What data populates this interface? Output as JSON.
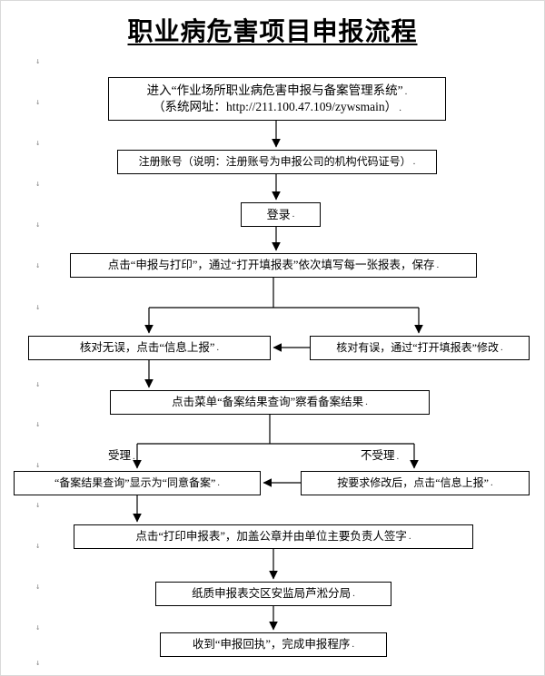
{
  "page": {
    "title": "职业病危害项目申报流程"
  },
  "decor": {
    "pmark": "↓",
    "box_mark": "."
  },
  "flow": {
    "step1": {
      "line1": "进入“作业场所职业病危害申报与备案管理系统”",
      "line2": "（系统网址：http://211.100.47.109/zywsmain）"
    },
    "step2": "注册账号（说明：注册账号为申报公司的机构代码证号）",
    "step3": "登录",
    "step4": "点击“申报与打印”，通过“打开填报表”依次填写每一张报表，保存",
    "check_ok": "核对无误，点击“信息上报”",
    "check_err": "核对有误，通过“打开填报表”修改",
    "step5": "点击菜单“备案结果查询”察看备案结果",
    "label_accept": "受理",
    "label_reject": "不受理",
    "accept_box": "“备案结果查询”显示为“同意备案”",
    "reject_box": "按要求修改后，点击“信息上报”",
    "step6": "点击“打印申报表”，加盖公章并由单位主要负责人签字",
    "step7": "纸质申报表交区安监局芦淞分局",
    "step8": "收到“申报回执”，完成申报程序"
  }
}
